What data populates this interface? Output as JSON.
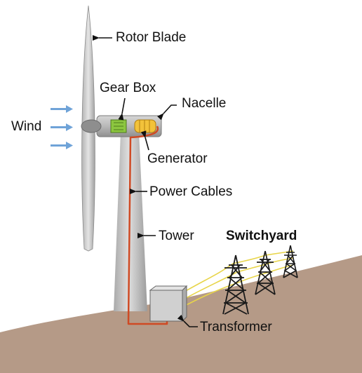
{
  "labels": {
    "rotor_blade": "Rotor Blade",
    "gear_box": "Gear Box",
    "nacelle": "Nacelle",
    "wind": "Wind",
    "generator": "Generator",
    "power_cables": "Power Cables",
    "tower": "Tower",
    "switchyard": "Switchyard",
    "transformer": "Transformer"
  },
  "colors": {
    "ground": "#b59a87",
    "tower": "#c4c4c4",
    "cable": "#cf4a24",
    "wind_arrow": "#6fa3d8",
    "gear_box": "#8cc63f",
    "generator": "#f2c23a",
    "transmission_line": "#e8d54a",
    "pylon": "#1a1a1a"
  },
  "icons": [
    "wind-arrow-icon",
    "pointer-arrow-icon",
    "pylon-icon"
  ]
}
